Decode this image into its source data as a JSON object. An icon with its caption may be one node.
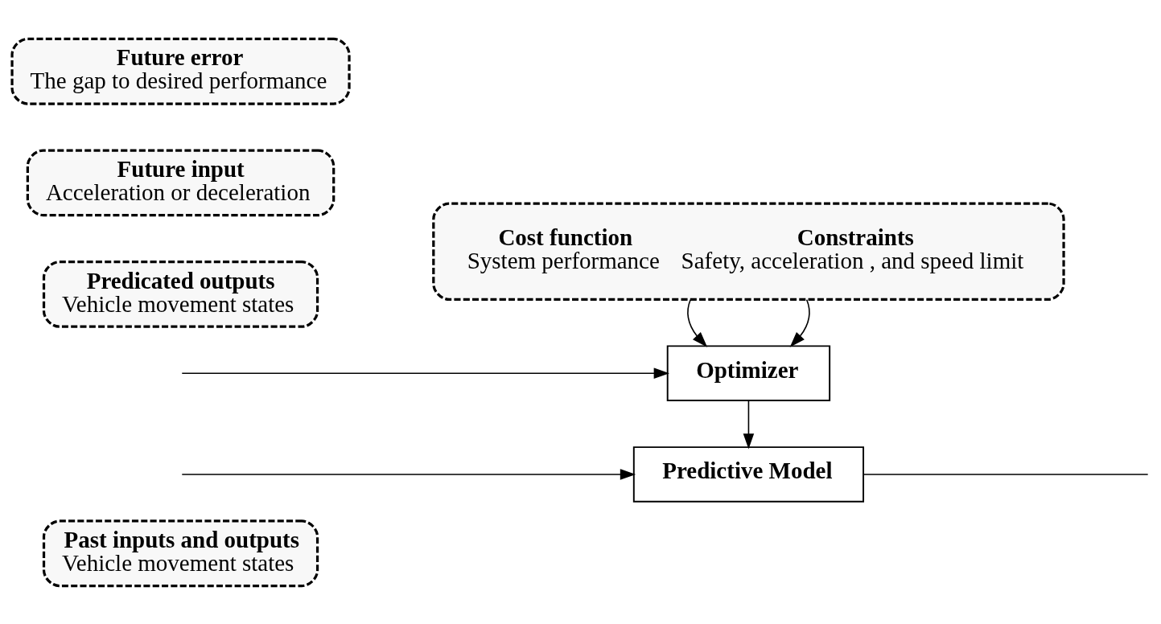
{
  "diagram": {
    "nodes": [
      {
        "text": [
          "Past inputs and outputs",
          "Vehicle movement states"
        ]
      },
      {
        "text": [
          "Predictive Model"
        ]
      },
      {
        "text": [
          "Predicated outputs",
          "Vehicle movement states"
        ]
      },
      {
        "text": [
          "Future input",
          "Acceleration or deceleration"
        ]
      },
      {
        "text": [
          "Future error",
          "The gap to desired performance"
        ]
      },
      {
        "text": [
          "Optimizer"
        ]
      },
      {
        "text": [
          "Cost function",
          "System performance",
          "Constraints",
          "Safety, acceleration , and speed limit"
        ]
      }
    ],
    "edges": [
      {
        "from": null,
        "to": 1,
        "arrow": "to"
      },
      {
        "from": 5,
        "to": 1,
        "arrow": "to"
      },
      {
        "from": 1,
        "to": null,
        "arrow": "none"
      },
      {
        "from": null,
        "to": 5,
        "arrow": "to"
      },
      {
        "from": 6,
        "to": 5,
        "arrow": "to"
      },
      {
        "from": 6,
        "to": 5,
        "arrow": "to"
      }
    ]
  }
}
